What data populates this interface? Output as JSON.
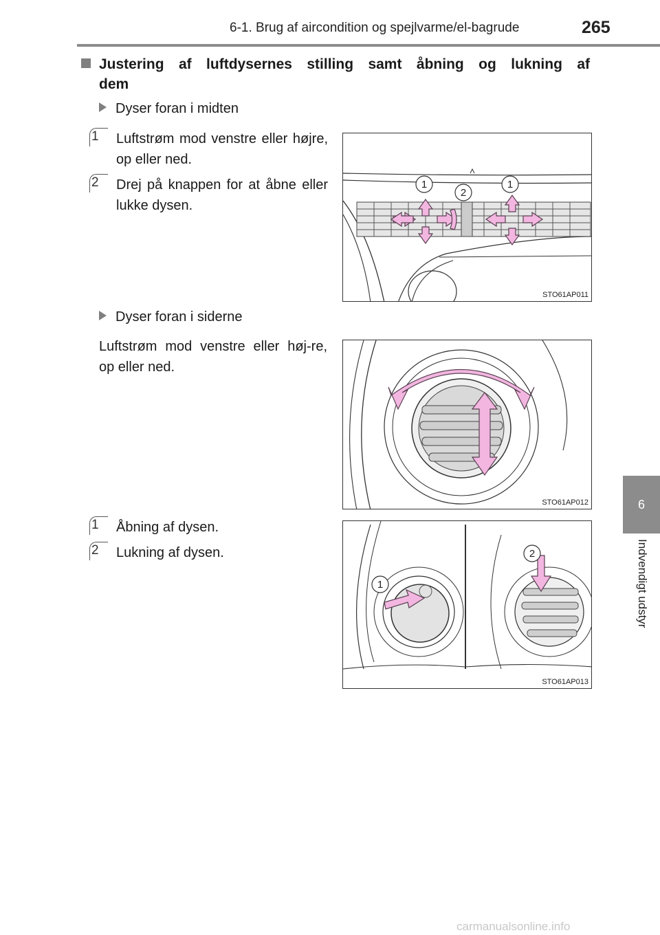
{
  "header": {
    "title": "6-1. Brug af aircondition og spejlvarme/el-bagrude",
    "page_number": "265"
  },
  "side_tab": {
    "chapter_number": "6",
    "chapter_label": "Indvendigt udstyr"
  },
  "section": {
    "heading_line1": "Justering af luftdysernes stilling samt åbning og lukning af",
    "heading_line2": "dem"
  },
  "center_vents": {
    "bullet": "Dyser foran i midten",
    "items": [
      {
        "num": "1",
        "text": "Luftstrøm mod venstre eller højre, op eller ned."
      },
      {
        "num": "2",
        "text": "Drej på knappen for at åbne eller lukke dysen."
      }
    ],
    "figure": {
      "code": "STO61AP011",
      "callouts": [
        "1",
        "2",
        "1"
      ]
    }
  },
  "side_vents": {
    "bullet": "Dyser foran i siderne",
    "text": "Luftstrøm mod venstre eller høj-re, op eller ned.",
    "figure": {
      "code": "STO61AP012"
    }
  },
  "open_close": {
    "items": [
      {
        "num": "1",
        "text": "Åbning af dysen."
      },
      {
        "num": "2",
        "text": "Lukning af dysen."
      }
    ],
    "figure": {
      "code": "STO61AP013",
      "callouts": [
        "1",
        "2"
      ]
    }
  },
  "watermark": "carmanualsonline.info",
  "colors": {
    "accent_gray": "#8c8c8c",
    "arrow_pink": "#f2b6e0",
    "arrow_stroke": "#7a5a70"
  }
}
